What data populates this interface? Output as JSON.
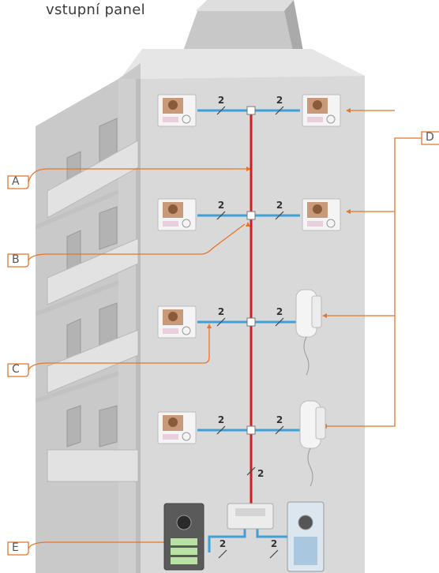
{
  "heading": "vstupní panel",
  "callouts": {
    "A": "A",
    "B": "B",
    "C": "C",
    "D": "D",
    "E": "E"
  },
  "wire_count": "2",
  "colors": {
    "riser": "#d81b20",
    "branch": "#3f9fd6",
    "callout_line": "#e8742a",
    "building_front": "#d9d9d9",
    "building_side": "#c4c4c4"
  },
  "devices": {
    "floor_1": [
      "video-monitor",
      "video-monitor"
    ],
    "floor_2": [
      "video-monitor",
      "video-monitor"
    ],
    "floor_3": [
      "video-monitor",
      "audio-handset"
    ],
    "floor_4": [
      "video-monitor",
      "audio-handset"
    ],
    "ground": [
      "entrance-panel",
      "power-supply",
      "entrance-panel"
    ]
  }
}
